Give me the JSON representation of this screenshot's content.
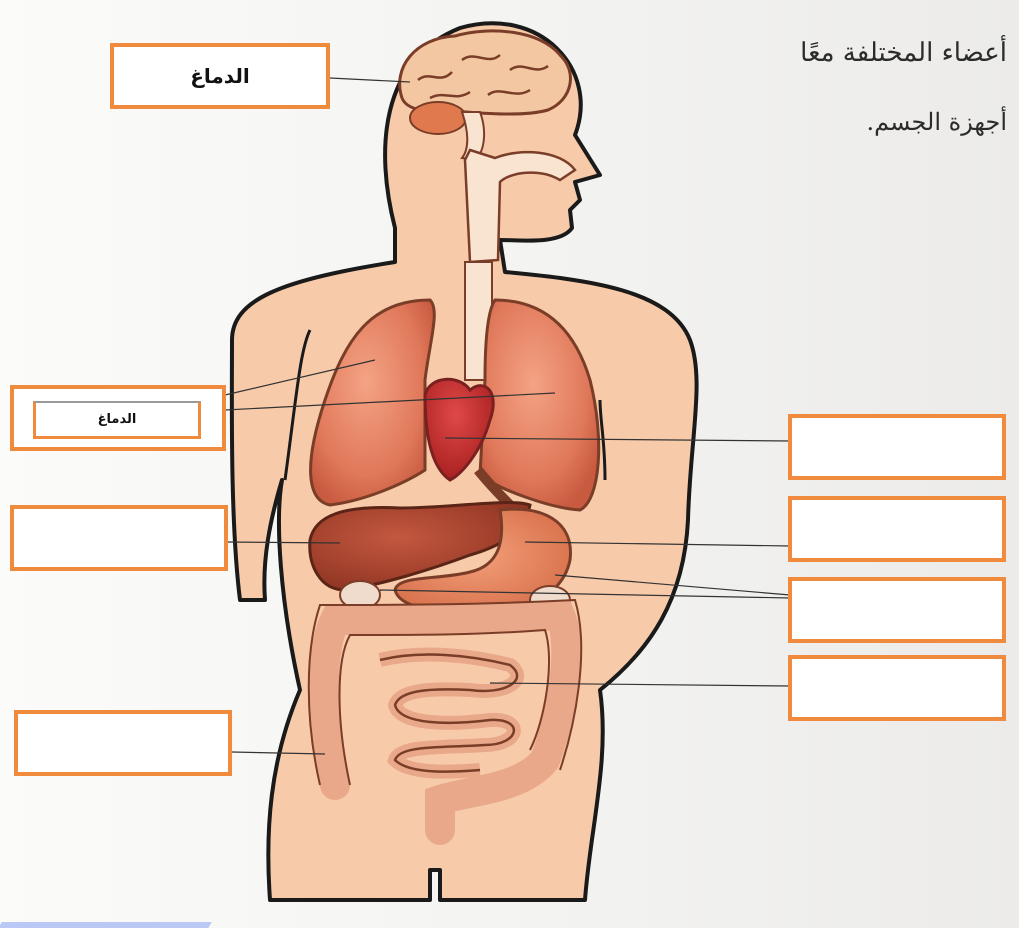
{
  "heading": {
    "line1": "أعضاء المختلفة معًا",
    "line2": "أجهزة الجسم."
  },
  "labels": {
    "brain": "الدماغ",
    "lungs": "الدماغ",
    "heart": "",
    "liver": "",
    "stomach": "",
    "kidneys": "",
    "small_intestine": "",
    "large_intestine": ""
  },
  "colors": {
    "box_border": "#f08a3c",
    "skin": "#f7cba9",
    "organ": "#cf5a3a",
    "outline": "#1a1a1a"
  }
}
